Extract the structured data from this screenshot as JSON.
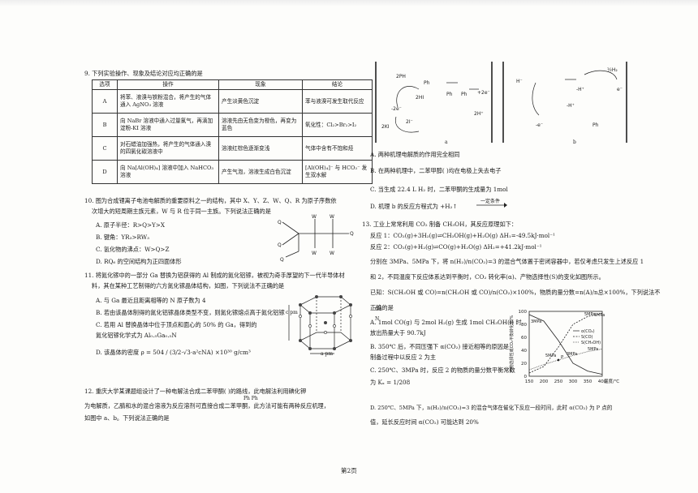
{
  "q9": {
    "stem": "9. 下列实验操作、现象及结论对应均正确的是",
    "headers": [
      "选项",
      "操作",
      "现象",
      "结论"
    ],
    "rows": [
      [
        "A",
        "将苯、液溴与铁粉混合，将产生的气体通入 AgNO₃ 溶液",
        "产生淡黄色沉淀",
        "苯与液溴可发生取代反应"
      ],
      [
        "B",
        "向 NaBr 溶液中通入过量氯气，再滴加淀粉-KI 溶液",
        "溶液先由无色变为橙色，再变为蓝色",
        "氧化性：Cl₂>Br₂>I₂"
      ],
      [
        "C",
        "对石蜡油加强热，将产生的气体通入溴的四氯化碳溶液中",
        "溶液红棕色逐渐变浅",
        "气体中含有不饱和烃"
      ],
      [
        "D",
        "向 Na[Al(OH)₄] 溶液中加入 NaHCO₃ 溶液",
        "产生气泡，溶液生成白色沉淀",
        "[Al(OH)₄]⁻ 与 HCO₃⁻ 发生双水解"
      ]
    ]
  },
  "q10": {
    "stem1": "10. 图为合成锂离子电池电解质的重要原料之一的结构，其中 X、Y、Z、W、Q、R 为原子序数依",
    "stem2": "次增大的短周期主族元素，W 与 R 位于同一主族。下列说法正确的是",
    "options": [
      "A. 原子半径：R>Q>Y>X",
      "B. 键角：YR₃>RW₃",
      "C. 氢化物的沸点：W>Q>Z",
      "D. RQ₆ 的空间结构为正四面体形"
    ]
  },
  "q11": {
    "stem1": "11. 将氮化镓中的一部分 Ga 替换为铝获得的 Al 制成的氮化铝镓，被视为奇手厚望的下一代半导体材",
    "stem2": "料，其在某种工艺制得的六方氮化镓晶体结构，如图，下列说法不正确的是",
    "options": [
      "A. 与 Ga 最近且距离相等的 N 原子数为 4",
      "B. 若由该晶体制得的氮化铝镓晶体类型不变，则氮化镓熔点高于氮化铝镓",
      "C. 若用 Al 替换晶体中位于顶点和面心的 50% 的 Ga，得到的",
      "   氮化铝镓化学式为 Al₀.₅Ga₀.₅N",
      "D. 该晶体的密度 ρ = 504 / (3/2·√3·a²cNA) ×10³⁰ g/cm³"
    ],
    "legend": [
      "Ga",
      "N"
    ],
    "axis_c": "c pm",
    "axis_a": "a pm"
  },
  "q12": {
    "stem1": "12. 重庆大学某课题组设计了一种电解法合成二苯甲酮(      )的路线，此电解法利用碘化钾",
    "stem2": "为电解质，乙腈和水的混合溶液为反应溶剂可直接合成二苯甲酮，此方法可能有两种反应机理，",
    "stem3": "如图中 a、b。下列说法正确的是",
    "ketone_label": "Ph   Ph",
    "mech_a": "a",
    "mech_b": "b",
    "options": [
      "A. 两种机理电解质的作用完全相同",
      "B. 在两种机理中，二苯甲醇(        )均在电极上失去电子",
      "C. 当生成 22.4 L H₂ 时，二苯甲酮的生成量为 1mol",
      "D. 机理 b 的反应方程式为                           +H₂↑"
    ],
    "condition": "一定条件"
  },
  "q13": {
    "stem": "13. 工业上常常利用 CO₂ 制备 CH₃OH，其反应原理如下：",
    "r1": "反应 1：CO₂(g)+3H₂(g)⇌CH₃OH(g)+H₂O(g)    ΔH₁=-49.5kJ·mol⁻¹",
    "r2": "反应 2：CO₂(g)+H₂(g)⇌CO(g)+H₂O(g)    ΔH₂=+41.2kJ·mol⁻¹",
    "desc1": "分别在 3MPa、5MPa 下，将 n(H₂)/n(CO₂)=3 的混合气体置于密闭容器中，若仅考虑只发生上述反应 1",
    "desc2": "和 2，不同温度下反应体系达到平衡时，CO₂ 转化率(α)、产物选择性(S)的变化如图所示。",
    "desc3": "已知：S(CH₃OH 或 CO)=n(CH₃OH 或 CO)/n(CO₂)×100%，物质的量分数=n(A)/n总×100%，下列说法不",
    "desc4": "正确的是",
    "options": [
      "A. 1mol CO(g) 与 2mol H₂(g) 生成 1mol CH₃OH(l) 时",
      "   放出热量大于 90.7kJ",
      "B. 350℃ 后，不同压强下 α(CO₂) 接近相等的原因是",
      "   制备过程中以反应 2 为主",
      "C. 250℃、3MPa 时，反应 2 的物质的量分数平衡常数",
      "   为 Kₓ = 1/208",
      "D. 250℃、5MPa 下，n(H₂)/n(CO₂)=3 的混合气体在催化下反应一段时间，此时 α(CO₂) 为 P 点的",
      "   值，延长反应时间 α(CO₂) 可能达到 20%"
    ]
  },
  "chart_data": {
    "type": "line",
    "xlabel": "温度/℃",
    "ylabel": "产物选择性或CO₂平衡转化率/%",
    "xlim": [
      150,
      400
    ],
    "ylim": [
      0,
      100
    ],
    "x_ticks": [
      150,
      200,
      250,
      300,
      350,
      400
    ],
    "y_ticks": [
      0,
      20,
      40,
      60,
      80,
      100
    ],
    "legend": [
      "α(CO₂)",
      "S(CO)",
      "S(CH₃OH)"
    ],
    "legend_position": "right",
    "series_labels": [
      "3MPa",
      "5MPa",
      "3MPa",
      "5MPa",
      "5MPa",
      "3MPa"
    ],
    "point_label": "P",
    "series": [
      {
        "name": "S(CH₃OH)",
        "x": [
          150,
          200,
          250,
          300,
          350,
          400
        ],
        "y": [
          95,
          85,
          55,
          20,
          8,
          3
        ]
      },
      {
        "name": "S(CO)",
        "x": [
          150,
          200,
          250,
          300,
          350,
          400
        ],
        "y": [
          5,
          15,
          45,
          80,
          92,
          97
        ]
      },
      {
        "name": "α(CO₂)",
        "x": [
          150,
          200,
          250,
          300,
          350,
          400
        ],
        "y": [
          10,
          18,
          25,
          32,
          38,
          42
        ]
      }
    ]
  },
  "footer": "第2页"
}
